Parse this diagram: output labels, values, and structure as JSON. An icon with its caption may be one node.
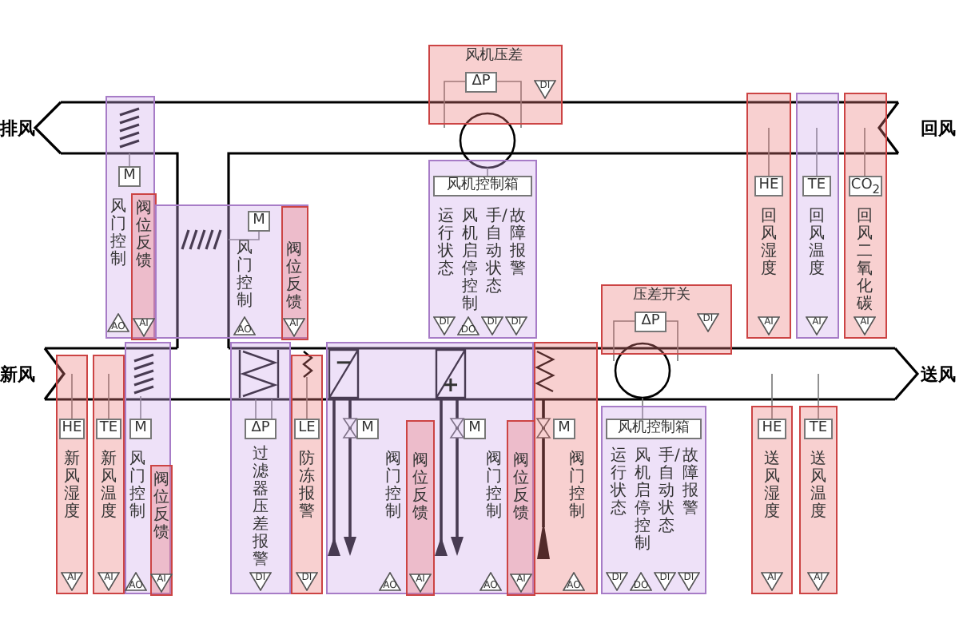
{
  "diagram": {
    "nodes": [
      {
        "text": [
          "M",
          "风门控制",
          "AO"
        ]
      },
      {
        "text": [
          "阀位反馈",
          "AI"
        ],
        "in": 0
      },
      {
        "text": [
          "M",
          "风门控制",
          "AO"
        ]
      },
      {
        "text": [
          "阀位反馈",
          "AI"
        ],
        "in": 2
      },
      {
        "text": [
          "风机压差",
          "ΔP",
          "DI"
        ]
      },
      {
        "text": [
          "风机控制箱",
          "运行状态",
          "DI",
          "风机启停控制",
          "DO",
          "手/自动状态",
          "DI",
          "故障报警",
          "DI"
        ]
      },
      {
        "text": [
          "HE",
          "回风湿度",
          "AI"
        ]
      },
      {
        "text": [
          "TE",
          "回风温度",
          "AI"
        ]
      },
      {
        "text": [
          "CO$_{2}$",
          "回风二氧化碳",
          "AI"
        ]
      },
      {
        "text": [
          "HE",
          "新风湿度",
          "AI"
        ]
      },
      {
        "text": [
          "TE",
          "新风温度",
          "AI"
        ]
      },
      {
        "text": [
          "M",
          "风门控制",
          "AO"
        ]
      },
      {
        "text": [
          "阀位反馈",
          "AI"
        ],
        "in": 11
      },
      {
        "text": [
          "ΔP",
          "过滤器压差报警",
          "DI"
        ]
      },
      {
        "text": [
          "LE",
          "防冻报警",
          "DI"
        ]
      },
      {
        "text": [
          "−",
          "M",
          "阀门控制",
          "AO",
          "+",
          "M",
          "阀门控制",
          "AO"
        ]
      },
      {
        "text": [
          "阀位反馈",
          "AI"
        ],
        "in": 15
      },
      {
        "text": [
          "阀位反馈",
          "AI"
        ],
        "in": 15
      },
      {
        "text": [
          "M",
          "阀门控制",
          "AO"
        ]
      },
      {
        "text": [
          "压差开关",
          "ΔP",
          "DI"
        ]
      },
      {
        "text": [
          "风机控制箱",
          "运行状态",
          "DI",
          "风机启停控制",
          "DO",
          "手/自动状态",
          "DI",
          "故障报警",
          "DI"
        ]
      },
      {
        "text": [
          "HE",
          "送风湿度",
          "AI"
        ]
      },
      {
        "text": [
          "TE",
          "送风温度",
          "AI"
        ]
      }
    ],
    "labels": [
      "排风",
      "回风",
      "新风",
      "送风"
    ]
  }
}
